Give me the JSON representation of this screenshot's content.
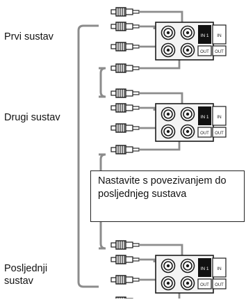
{
  "systems": [
    {
      "label": "Prvi sustav",
      "in1": "IN 1",
      "in": "IN",
      "out1": "OUT",
      "out2": "OUT"
    },
    {
      "label": "Drugi sustav",
      "in1": "IN 1",
      "in": "IN",
      "out1": "OUT",
      "out2": "OUT"
    },
    {
      "label": "Posljednji sustav",
      "in1": "IN 1",
      "in": "IN",
      "out1": "OUT",
      "out2": "OUT"
    }
  ],
  "note": "Nastavite s povezivanjem do posljednjeg sustava",
  "colors": {
    "ink": "#1a1a1a",
    "cable": "#8c8c8c",
    "panel_fill": "#f4f4f4",
    "highlight": "#111111"
  }
}
